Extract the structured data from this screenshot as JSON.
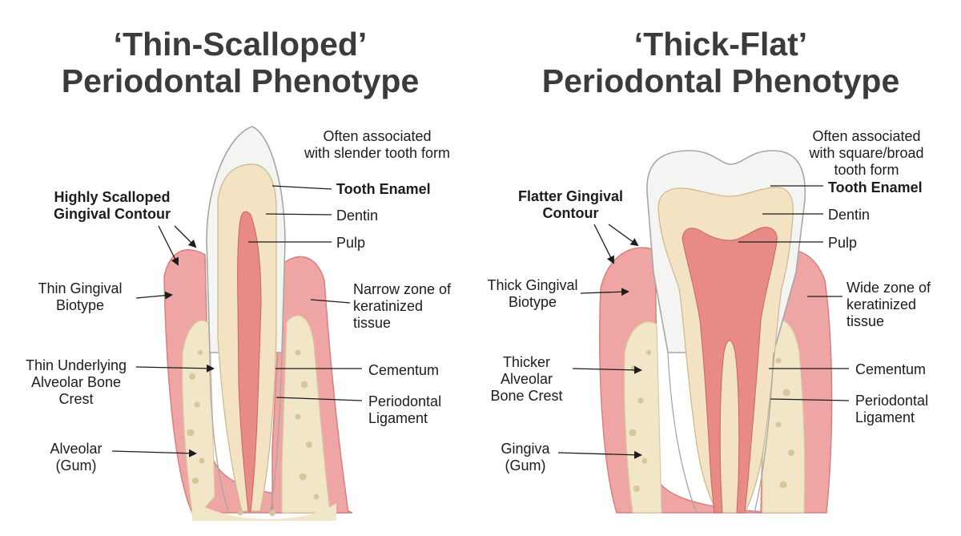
{
  "left": {
    "title_line1": "‘Thin-Scalloped’",
    "title_line2": "Periodontal Phenotype",
    "note": [
      "Often associated",
      "with slender tooth form"
    ],
    "contour": [
      "Highly Scalloped",
      "Gingival Contour"
    ],
    "tooth_enamel": "Tooth Enamel",
    "dentin": "Dentin",
    "pulp": "Pulp",
    "biotype": [
      "Thin Gingival",
      "Biotype"
    ],
    "keratinized": [
      "Narrow zone of",
      "keratinized",
      "tissue"
    ],
    "bone": [
      "Thin Underlying",
      "Alveolar Bone",
      "Crest"
    ],
    "cementum": "Cementum",
    "ligament": [
      "Periodontal",
      "Ligament"
    ],
    "gum": [
      "Alveolar",
      "(Gum)"
    ]
  },
  "right": {
    "title_line1": "‘Thick-Flat’",
    "title_line2": "Periodontal Phenotype",
    "note": [
      "Often associated",
      "with square/broad",
      "tooth form"
    ],
    "contour": [
      "Flatter Gingival",
      "Contour"
    ],
    "tooth_enamel": "Tooth Enamel",
    "dentin": "Dentin",
    "pulp": "Pulp",
    "biotype": [
      "Thick Gingival",
      "Biotype"
    ],
    "keratinized": [
      "Wide zone of",
      "keratinized",
      "tissue"
    ],
    "bone": [
      "Thicker",
      "Alveolar",
      "Bone Crest"
    ],
    "cementum": "Cementum",
    "ligament": [
      "Periodontal",
      "Ligament"
    ],
    "gum": [
      "Gingiva",
      "(Gum)"
    ]
  },
  "colors": {
    "gingiva": "#eea5a3",
    "bone": "#f1e6c8",
    "enamel": "#f4f4f2",
    "dentin": "#f3e3c3",
    "pulp": "#e88a86",
    "text": "#1c1c1c",
    "title": "#3b3b3b"
  }
}
